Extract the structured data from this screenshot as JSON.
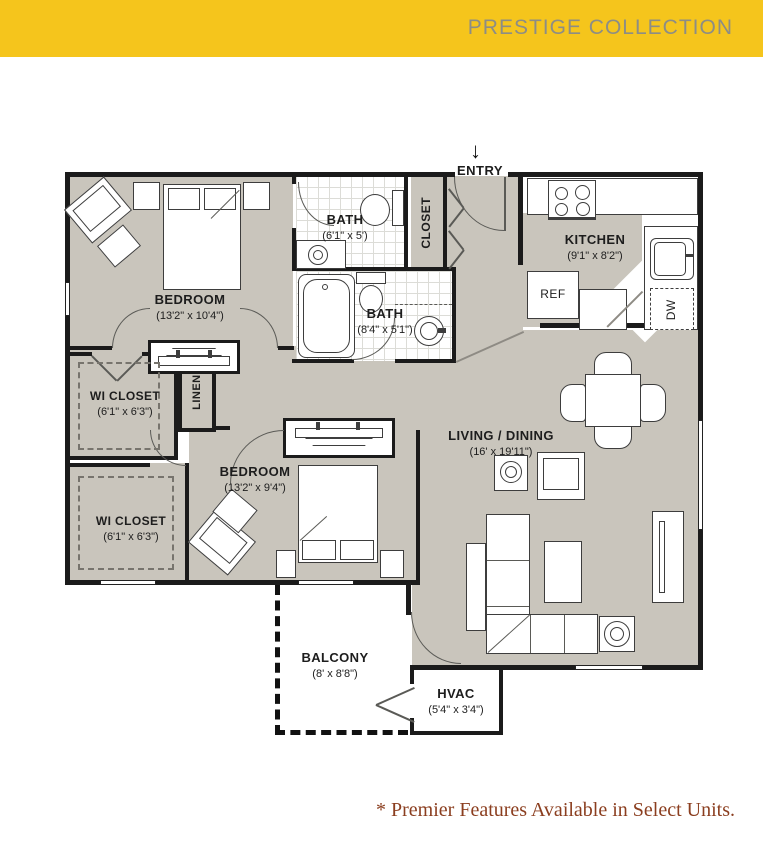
{
  "header": {
    "title": "PRESTIGE COLLECTION"
  },
  "entry": {
    "arrow": "↓",
    "label": "ENTRY"
  },
  "rooms": {
    "bedroom1": {
      "name": "BEDROOM",
      "dims": "(13'2\" x 10'4\")"
    },
    "bath1": {
      "name": "BATH",
      "dims": "(6'1\" x 5')"
    },
    "entry_closet": {
      "name": "CLOSET"
    },
    "kitchen": {
      "name": "KITCHEN",
      "dims": "(9'1\" x 8'2\")"
    },
    "bath2": {
      "name": "BATH",
      "dims": "(8'4\" x 5'1\")"
    },
    "wi_closet1": {
      "name": "WI CLOSET",
      "dims": "(6'1\" x 6'3\")"
    },
    "linen": {
      "name": "LINEN"
    },
    "bedroom2": {
      "name": "BEDROOM",
      "dims": "(13'2\" x 9'4\")"
    },
    "wi_closet2": {
      "name": "WI CLOSET",
      "dims": "(6'1\" x 6'3\")"
    },
    "living_dining": {
      "name": "LIVING / DINING",
      "dims": "(16' x 19'11\")"
    },
    "balcony": {
      "name": "BALCONY",
      "dims": "(8' x 8'8\")"
    },
    "hvac": {
      "name": "HVAC",
      "dims": "(5'4\" x 3'4\")"
    }
  },
  "appliances": {
    "ref": "REF",
    "dw": "DW"
  },
  "footer": {
    "note": "* Premier Features Available in Select Units."
  },
  "colors": {
    "header_bg": "#F5C51C",
    "header_text": "#8D8D85",
    "floor_fill": "#C9C5BC",
    "wall": "#1B1B1B",
    "footer_text": "#8B3E1F"
  }
}
